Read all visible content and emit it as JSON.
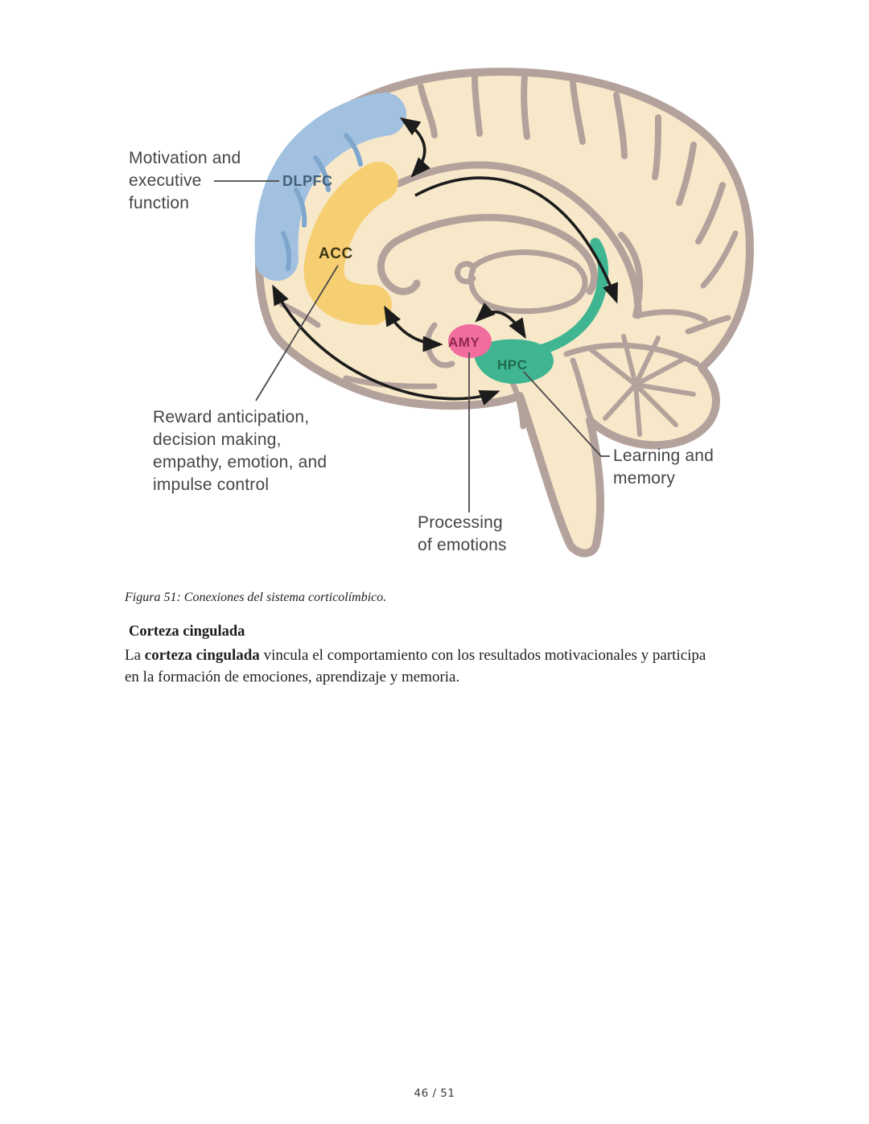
{
  "figure": {
    "region_labels": {
      "dlpfc": "DLPFC",
      "acc": "ACC",
      "amy": "AMY",
      "hpc": "HPC"
    },
    "annotations": {
      "motivation": {
        "lines": [
          "Motivation and",
          "executive",
          "function"
        ]
      },
      "reward": {
        "lines": [
          "Reward anticipation,",
          "decision making,",
          "empathy, emotion, and",
          "impulse control"
        ]
      },
      "learning": {
        "lines": [
          "Learning and",
          "memory"
        ]
      },
      "processing": {
        "lines": [
          "Processing",
          "of emotions"
        ]
      }
    },
    "colors": {
      "brain_fill": "#f8e8ca",
      "sulci_outline": "#b3a29b",
      "dlpfc_region": "#a2c1e0",
      "dlpfc_sulci": "#7fa7cd",
      "acc_region": "#f6cf72",
      "amy_region": "#f06d9e",
      "hpc_region": "#3fb592",
      "arrow": "#1c1c1c",
      "dlpfc_text": "#44607a",
      "acc_text": "#3e3517",
      "amy_text": "#93294f",
      "hpc_text": "#1d6b4d"
    }
  },
  "caption": "Figura 51: Conexiones del sistema corticolímbico.",
  "section": {
    "heading": "Corteza cingulada",
    "paragraph": {
      "lead": "La ",
      "bold": "corteza cingulada",
      "rest": " vincula el comportamiento con los resultados motivacionales y participa en la formación de emociones, aprendizaje y memoria."
    }
  },
  "footer": {
    "page_indicator": "46 / 51"
  }
}
